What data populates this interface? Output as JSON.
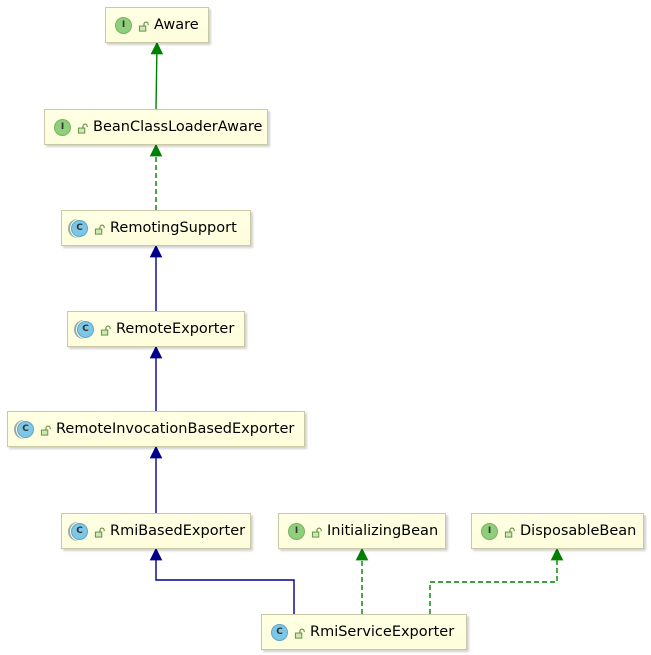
{
  "diagram": {
    "nodes": [
      {
        "id": "aware",
        "kind": "I",
        "label": "Aware"
      },
      {
        "id": "beanClassLoaderAware",
        "kind": "I",
        "label": "BeanClassLoaderAware"
      },
      {
        "id": "remotingSupport",
        "kind": "A",
        "label": "RemotingSupport"
      },
      {
        "id": "remoteExporter",
        "kind": "A",
        "label": "RemoteExporter"
      },
      {
        "id": "remoteInvocationBasedExporter",
        "kind": "A",
        "label": "RemoteInvocationBasedExporter"
      },
      {
        "id": "rmiBasedExporter",
        "kind": "A",
        "label": "RmiBasedExporter"
      },
      {
        "id": "initializingBean",
        "kind": "I",
        "label": "InitializingBean"
      },
      {
        "id": "disposableBean",
        "kind": "I",
        "label": "DisposableBean"
      },
      {
        "id": "rmiServiceExporter",
        "kind": "C",
        "label": "RmiServiceExporter"
      }
    ],
    "edges": [
      {
        "from": "beanClassLoaderAware",
        "to": "aware",
        "type": "extends-interface",
        "color": "#008000",
        "dashed": false
      },
      {
        "from": "remotingSupport",
        "to": "beanClassLoaderAware",
        "type": "implements",
        "color": "#008000",
        "dashed": true
      },
      {
        "from": "remoteExporter",
        "to": "remotingSupport",
        "type": "extends",
        "color": "#00008b",
        "dashed": false
      },
      {
        "from": "remoteInvocationBasedExporter",
        "to": "remoteExporter",
        "type": "extends",
        "color": "#00008b",
        "dashed": false
      },
      {
        "from": "rmiBasedExporter",
        "to": "remoteInvocationBasedExporter",
        "type": "extends",
        "color": "#00008b",
        "dashed": false
      },
      {
        "from": "rmiServiceExporter",
        "to": "rmiBasedExporter",
        "type": "extends",
        "color": "#00008b",
        "dashed": false
      },
      {
        "from": "rmiServiceExporter",
        "to": "initializingBean",
        "type": "implements",
        "color": "#008000",
        "dashed": true
      },
      {
        "from": "rmiServiceExporter",
        "to": "disposableBean",
        "type": "implements",
        "color": "#008000",
        "dashed": true
      }
    ],
    "badge_text": {
      "I": "I",
      "A": "C",
      "C": "C"
    },
    "colors": {
      "interface_badge": "#8fcf7b",
      "class_badge": "#7dc6e6",
      "node_bg": "#ffffe4",
      "extends": "#00008b",
      "implements": "#008000"
    }
  }
}
